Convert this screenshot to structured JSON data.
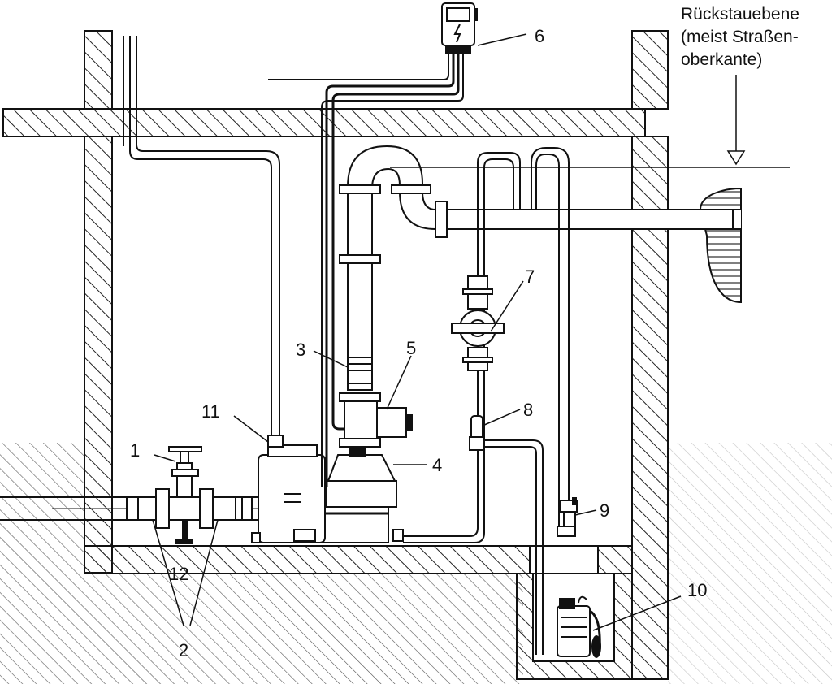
{
  "annotation": {
    "line1": "Rückstauebene",
    "line2": "(meist Straßen-",
    "line3": "oberkante)"
  },
  "labels": {
    "n1": "1",
    "n2": "2",
    "n3": "3",
    "n4": "4",
    "n5": "5",
    "n6": "6",
    "n7": "7",
    "n8": "8",
    "n9": "9",
    "n10": "10",
    "n11": "11",
    "n12": "12"
  },
  "colors": {
    "line": "#111111",
    "hatch": "#222222",
    "background": "#ffffff"
  }
}
